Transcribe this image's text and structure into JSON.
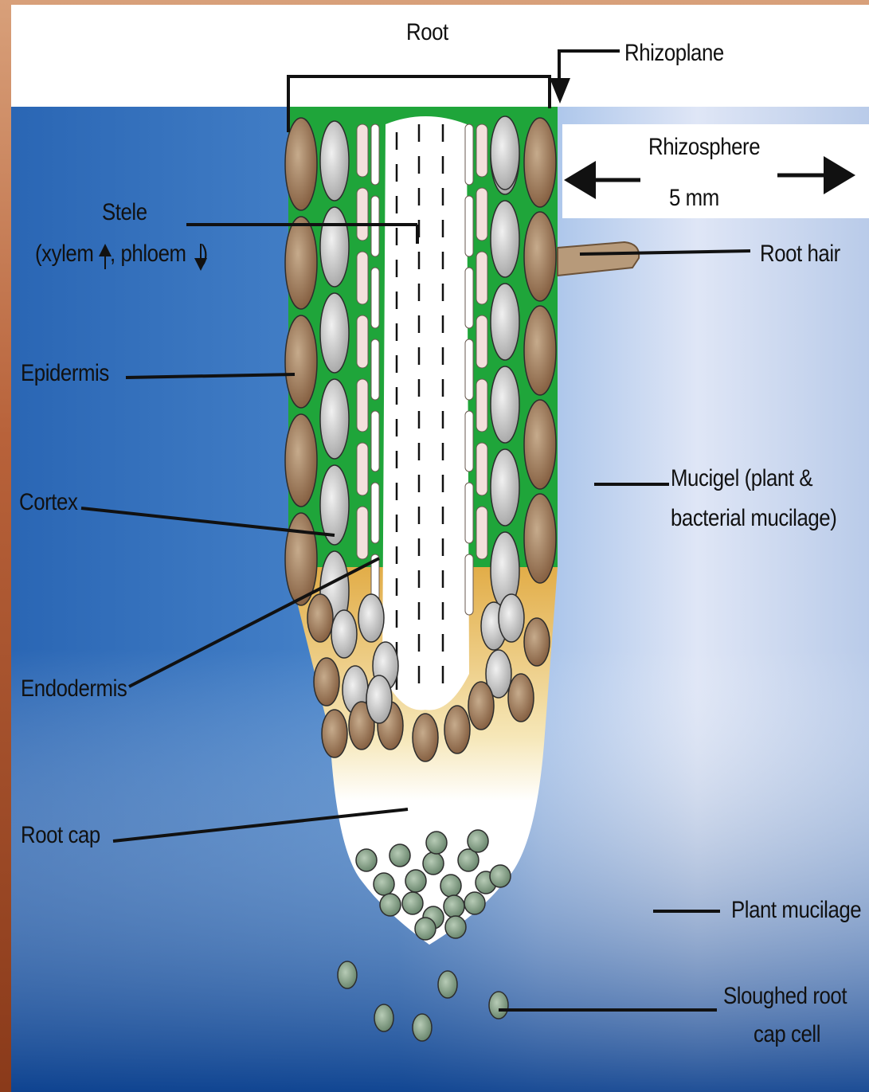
{
  "labels": {
    "root": "Root",
    "rhizoplane": "Rhizoplane",
    "rhizosphere": "Rhizosphere",
    "rhizosphere_width": "5 mm",
    "stele": "Stele",
    "stele_detail_xylem": "(xylem",
    "stele_detail_phloem": ", phloem",
    "stele_detail_close": ")",
    "root_hair": "Root hair",
    "epidermis": "Epidermis",
    "cortex": "Cortex",
    "mucigel_line1": "Mucigel (plant &",
    "mucigel_line2": "bacterial mucilage)",
    "endodermis": "Endodermis",
    "root_cap": "Root cap",
    "plant_mucilage": "Plant mucilage",
    "sloughed_line1": "Sloughed root",
    "sloughed_line2": "cap cell"
  },
  "colors": {
    "background_top": "#ffffff",
    "soil_blue": "#1f5fae",
    "mucigel_light": "#e8ecf8",
    "root_green": "#1fa53a",
    "root_cap_gold": "#e0b45a",
    "epidermis_cell": "#9a7654",
    "cortex_cell": "#c9c9c9",
    "sloughed_cell": "#8aa58a"
  }
}
